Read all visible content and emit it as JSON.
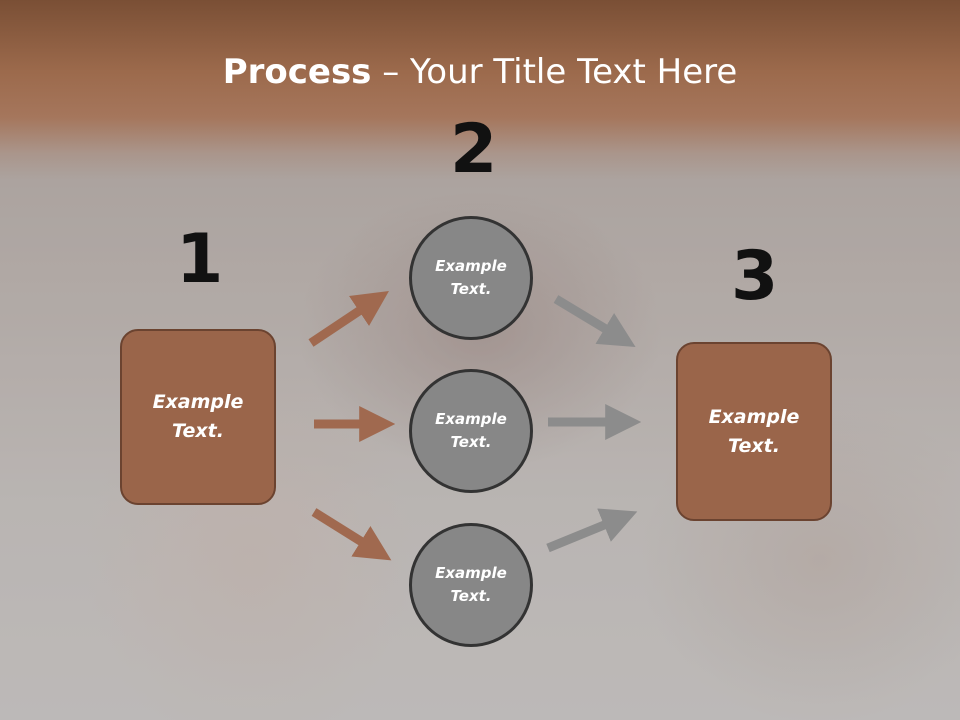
{
  "title": {
    "bold": "Process",
    "rest": " – Your Title Text Here"
  },
  "numbers": [
    "1",
    "2",
    "3"
  ],
  "left_box": {
    "line1": "Example",
    "line2": "Text."
  },
  "right_box": {
    "line1": "Example",
    "line2": "Text."
  },
  "circles": [
    {
      "line1": "Example",
      "line2": "Text."
    },
    {
      "line1": "Example",
      "line2": "Text."
    },
    {
      "line1": "Example",
      "line2": "Text."
    }
  ],
  "colors": {
    "banner": "#9c6a4c",
    "box": "#9a654a",
    "circle": "#878787",
    "arrow_brown": "#a0694f",
    "arrow_gray": "#8c8c8c"
  }
}
